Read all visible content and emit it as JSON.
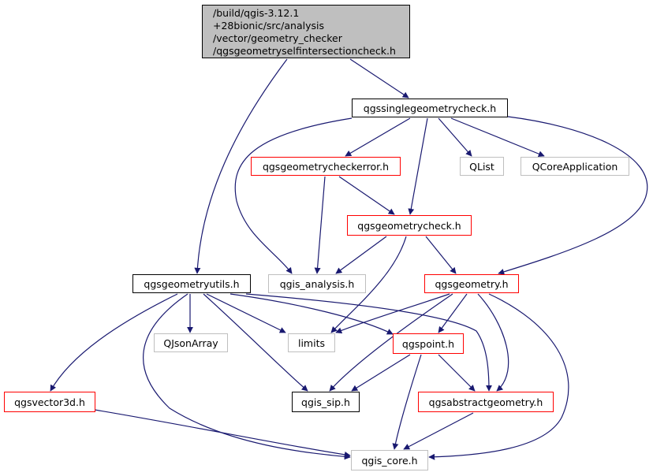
{
  "colors": {
    "edge": "#191970",
    "root_fill": "#bfbfbf",
    "local_border": "#000000",
    "documented_border": "#ff0000",
    "external_border": "#bfbfbf"
  },
  "nodes": {
    "root": {
      "lines": [
        "/build/qgis-3.12.1",
        "+28bionic/src/analysis",
        "/vector/geometry_checker",
        "/qgsgeometryselfintersectioncheck.h"
      ]
    },
    "singlegeometrycheck": {
      "label": "qgssinglegeometrycheck.h"
    },
    "geometryutils": {
      "label": "qgsgeometryutils.h"
    },
    "geometrycheckerror": {
      "label": "qgsgeometrycheckerror.h"
    },
    "qlist": {
      "label": "QList"
    },
    "qcoreapplication": {
      "label": "QCoreApplication"
    },
    "geometrycheck": {
      "label": "qgsgeometrycheck.h"
    },
    "qgis_analysis": {
      "label": "qgis_analysis.h"
    },
    "geometry": {
      "label": "qgsgeometry.h"
    },
    "qjsonarray": {
      "label": "QJsonArray"
    },
    "limits": {
      "label": "limits"
    },
    "point": {
      "label": "qgspoint.h"
    },
    "vector3d": {
      "label": "qgsvector3d.h"
    },
    "qgis_sip": {
      "label": "qgis_sip.h"
    },
    "abstractgeometry": {
      "label": "qgsabstractgeometry.h"
    },
    "qgis_core": {
      "label": "qgis_core.h"
    }
  },
  "edges": [
    [
      "root",
      "singlegeometrycheck"
    ],
    [
      "root",
      "geometryutils"
    ],
    [
      "singlegeometrycheck",
      "geometrycheckerror"
    ],
    [
      "singlegeometrycheck",
      "qlist"
    ],
    [
      "singlegeometrycheck",
      "qcoreapplication"
    ],
    [
      "singlegeometrycheck",
      "geometrycheck"
    ],
    [
      "singlegeometrycheck",
      "qgis_analysis"
    ],
    [
      "singlegeometrycheck",
      "geometry"
    ],
    [
      "geometrycheckerror",
      "geometrycheck"
    ],
    [
      "geometrycheckerror",
      "qgis_analysis"
    ],
    [
      "geometrycheck",
      "qgis_analysis"
    ],
    [
      "geometrycheck",
      "geometry"
    ],
    [
      "geometrycheck",
      "limits"
    ],
    [
      "geometryutils",
      "qjsonarray"
    ],
    [
      "geometryutils",
      "limits"
    ],
    [
      "geometryutils",
      "point"
    ],
    [
      "geometryutils",
      "vector3d"
    ],
    [
      "geometryutils",
      "qgis_sip"
    ],
    [
      "geometryutils",
      "abstractgeometry"
    ],
    [
      "geometryutils",
      "qgis_core"
    ],
    [
      "geometry",
      "limits"
    ],
    [
      "geometry",
      "point"
    ],
    [
      "geometry",
      "qgis_sip"
    ],
    [
      "geometry",
      "abstractgeometry"
    ],
    [
      "geometry",
      "qgis_core"
    ],
    [
      "point",
      "qgis_sip"
    ],
    [
      "point",
      "abstractgeometry"
    ],
    [
      "point",
      "qgis_core"
    ],
    [
      "abstractgeometry",
      "qgis_core"
    ],
    [
      "vector3d",
      "qgis_core"
    ]
  ]
}
